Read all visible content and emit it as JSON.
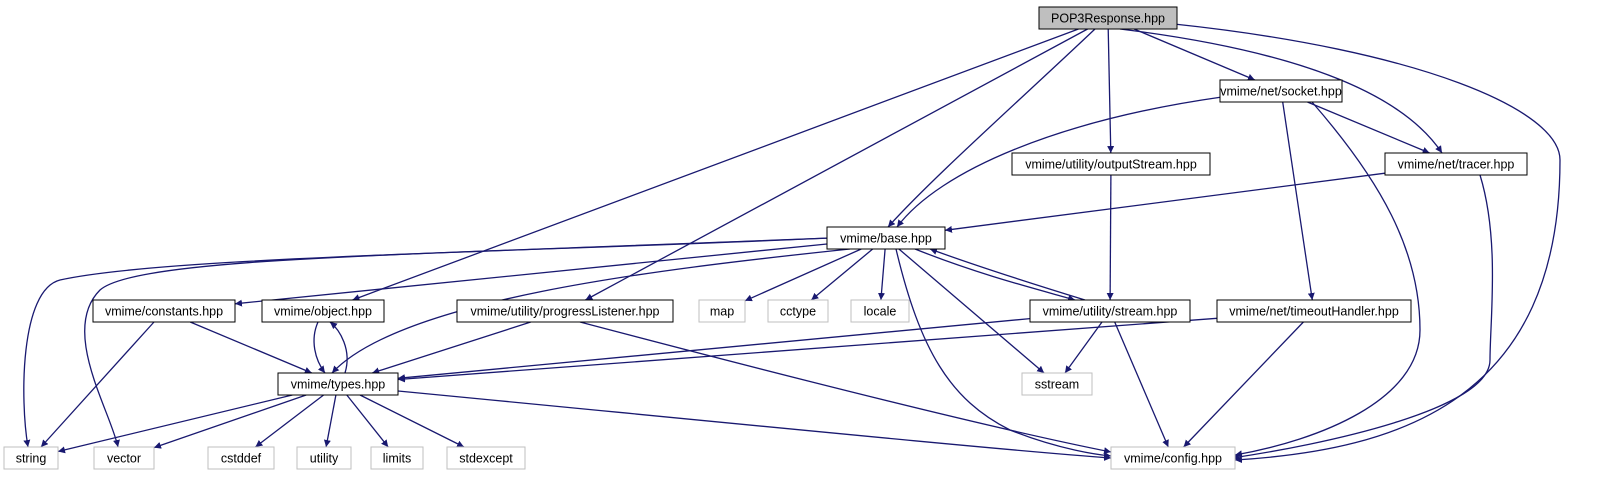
{
  "colors": {
    "edge": "#191970",
    "node_border": "#000000",
    "external_border": "#bfbfbf",
    "root_fill": "#bfbfbf",
    "node_fill": "#ffffff",
    "text": "#000000"
  },
  "nodes": {
    "pop3response": {
      "label": "POP3Response.hpp",
      "style": "root"
    },
    "socket": {
      "label": "vmime/net/socket.hpp",
      "style": "normal"
    },
    "outputstream": {
      "label": "vmime/utility/outputStream.hpp",
      "style": "normal"
    },
    "tracer": {
      "label": "vmime/net/tracer.hpp",
      "style": "normal"
    },
    "base": {
      "label": "vmime/base.hpp",
      "style": "normal"
    },
    "constants": {
      "label": "vmime/constants.hpp",
      "style": "normal"
    },
    "object": {
      "label": "vmime/object.hpp",
      "style": "normal"
    },
    "progresslistener": {
      "label": "vmime/utility/progressListener.hpp",
      "style": "normal"
    },
    "map": {
      "label": "map",
      "style": "external"
    },
    "cctype": {
      "label": "cctype",
      "style": "external"
    },
    "locale": {
      "label": "locale",
      "style": "external"
    },
    "stream": {
      "label": "vmime/utility/stream.hpp",
      "style": "normal"
    },
    "timeouthandler": {
      "label": "vmime/net/timeoutHandler.hpp",
      "style": "normal"
    },
    "types": {
      "label": "vmime/types.hpp",
      "style": "normal"
    },
    "sstream": {
      "label": "sstream",
      "style": "external"
    },
    "string": {
      "label": "string",
      "style": "external"
    },
    "vector": {
      "label": "vector",
      "style": "external"
    },
    "cstddef": {
      "label": "cstddef",
      "style": "external"
    },
    "utility": {
      "label": "utility",
      "style": "external"
    },
    "limits": {
      "label": "limits",
      "style": "external"
    },
    "stdexcept": {
      "label": "stdexcept",
      "style": "external"
    },
    "config": {
      "label": "vmime/config.hpp",
      "style": "external"
    }
  },
  "edges": [
    {
      "from": "pop3response",
      "to": "socket"
    },
    {
      "from": "pop3response",
      "to": "tracer"
    },
    {
      "from": "pop3response",
      "to": "outputstream"
    },
    {
      "from": "pop3response",
      "to": "base"
    },
    {
      "from": "pop3response",
      "to": "object"
    },
    {
      "from": "pop3response",
      "to": "progresslistener"
    },
    {
      "from": "pop3response",
      "to": "config"
    },
    {
      "from": "socket",
      "to": "base"
    },
    {
      "from": "socket",
      "to": "tracer"
    },
    {
      "from": "socket",
      "to": "timeouthandler"
    },
    {
      "from": "socket",
      "to": "config"
    },
    {
      "from": "tracer",
      "to": "base"
    },
    {
      "from": "tracer",
      "to": "config"
    },
    {
      "from": "outputstream",
      "to": "stream"
    },
    {
      "from": "base",
      "to": "constants"
    },
    {
      "from": "base",
      "to": "types"
    },
    {
      "from": "base",
      "to": "map"
    },
    {
      "from": "base",
      "to": "cctype"
    },
    {
      "from": "base",
      "to": "locale"
    },
    {
      "from": "base",
      "to": "stream"
    },
    {
      "from": "base",
      "to": "sstream"
    },
    {
      "from": "base",
      "to": "config"
    },
    {
      "from": "base",
      "to": "string"
    },
    {
      "from": "base",
      "to": "vector"
    },
    {
      "from": "stream",
      "to": "base"
    },
    {
      "from": "stream",
      "to": "types"
    },
    {
      "from": "stream",
      "to": "sstream"
    },
    {
      "from": "stream",
      "to": "config"
    },
    {
      "from": "constants",
      "to": "types"
    },
    {
      "from": "constants",
      "to": "string"
    },
    {
      "from": "object",
      "to": "types"
    },
    {
      "from": "types",
      "to": "object"
    },
    {
      "from": "progresslistener",
      "to": "types"
    },
    {
      "from": "progresslistener",
      "to": "config"
    },
    {
      "from": "timeouthandler",
      "to": "types"
    },
    {
      "from": "timeouthandler",
      "to": "config"
    },
    {
      "from": "types",
      "to": "string"
    },
    {
      "from": "types",
      "to": "vector"
    },
    {
      "from": "types",
      "to": "cstddef"
    },
    {
      "from": "types",
      "to": "utility"
    },
    {
      "from": "types",
      "to": "limits"
    },
    {
      "from": "types",
      "to": "stdexcept"
    },
    {
      "from": "types",
      "to": "config"
    }
  ]
}
